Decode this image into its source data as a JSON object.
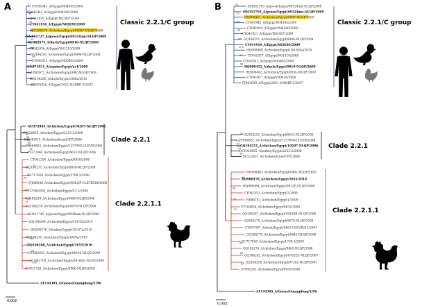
{
  "panels": [
    {
      "letter": "A",
      "clade_labels": {
        "classic": "Classic 2.2.1/C group",
        "c221": "Clade 2.2.1",
        "c2211": "Clade 2.2.1.1"
      },
      "outgroup": "AF144305_A/Goose/Guangdong/1/96",
      "scale": "0.002",
      "blue_tips": [
        {
          "t": "CY041941_A/Egypt/N04395/2009"
        },
        {
          "t": "CY041943_A/Egypt/N04396/2009"
        },
        {
          "t": "CY041920_A/Egypt/N02407/2009"
        },
        {
          "t": "CY041918_A/Egypt/N02039/2009",
          "b": true
        },
        {
          "t": "GU208878_A/chicken/Egypt/09087-NLQP/2009",
          "hl": true
        },
        {
          "t": "GU811737_A/goose/Egypt/09324um-NLQP/2009",
          "b": true
        },
        {
          "t": "GU082674_A/duck/Egypt/0910-NLQP/2009",
          "b": true
        },
        {
          "t": "CY041936_A/Egypt/N01310/2009"
        },
        {
          "t": "GQ184241_A/chicken/Egypt/0894-NLQP/2008"
        },
        {
          "t": "CY041912_A/Egypt/N00605/2009"
        },
        {
          "t": "GU371931_A/equine/Egypt/av1/2009",
          "b": true
        },
        {
          "t": "GU082672_A/chicken/Egypt/092-NLQP/2009"
        },
        {
          "t": "HQ198285_A/duck/Egypt/1068a/2010"
        },
        {
          "t": "EF535826_A/Egypt/2621-NAMRU3/2007"
        }
      ],
      "black_tips": [
        {
          "t": "GU372963_A/chicken/Egypt/10207-NLQP/2006",
          "b": true
        },
        {
          "t": "CY020655_A/turkey/Egypt/2253-2/2006"
        },
        {
          "t": "DQ643810_A/chicken/Israel/397/2006"
        },
        {
          "t": "EF469652_A/chicken/Egypt/12379NI-CLEVB/2006"
        },
        {
          "t": "AY372946_A/chicken/Egypt/0631-NLQP/2006"
        }
      ],
      "red_tips": [
        {
          "t": "CY041290_A/chicken/Egypt/0836/2008"
        },
        {
          "t": "GQ184231_A/chicken/Egypt/0839-NLQP/2008"
        },
        {
          "t": "EU717858_A/chicken/Egypt/1709-3/2008"
        },
        {
          "t": "FJ686836_A/chicken/Egypt/9NLQP-CLEVB306/2008"
        },
        {
          "t": "CY062005_A/chicken/Egypt/33-3/2008"
        },
        {
          "t": "GQ184239_A/chicken/Egypt/0880-NLQP/2008"
        },
        {
          "t": "GQ184236_A/chicken/Egypt/0879-NLQP/2008"
        },
        {
          "t": "GU811745_A/goose/Egypt/0948um-NLQP/2009"
        },
        {
          "t": "HQ198289_A/chicken/Egypt/10135a/2010"
        },
        {
          "t": "HQ198276_A/turkey/Egypt/10147a/2010"
        },
        {
          "t": "HQ198255_A/chicken/Egypt/1050a/2010"
        },
        {
          "t": "HQ198268_A/chicken/Egypt/1055/2010",
          "b": true
        },
        {
          "t": "GU082692_A/chicken/Egypt/09195-NLQP/2009"
        },
        {
          "t": "GU082703_A/chicken/Egypt/0910QL-NLQP/2009"
        },
        {
          "t": "GU811726_A/chicken/Egypt/0966-NLQP/2009"
        }
      ],
      "boots": [
        "61",
        "96",
        "68",
        "98",
        "85",
        "53",
        "95",
        "99",
        "100",
        "94",
        "86",
        "79",
        "55",
        "54",
        "60",
        "97",
        "78",
        "100",
        "56",
        "91",
        "74"
      ]
    },
    {
      "letter": "B",
      "clade_labels": {
        "classic": "Classic 2.2.1/C group",
        "c221": "Clade 2.2.1",
        "c2211": "Clade 2.2.1.1"
      },
      "outgroup": "AF144305_A/Goose/Guangdong/1/96",
      "scale": "0.002",
      "blue_tips": [
        {
          "t": "EM352793_A/goose/Egypt/09324um-NLQP/2009"
        },
        {
          "t": "HM352793_A/goose/Egypt/09324um-NLQP/2009",
          "b": true
        },
        {
          "t": "HQ908441_A/chicken/Egypt/0987-NLQP/2009",
          "hl": true
        },
        {
          "t": "CY041942_A/Egypt/N04395/2009"
        },
        {
          "t": "CY041944_A/Egypt/N04396/2009"
        },
        {
          "t": "CY041921_A/Egypt/N02407/2009"
        },
        {
          "t": "GQ184251_A/chicken/Egypt/0894-NLQP/2008"
        },
        {
          "t": "CY041919_A/Egypt/N02039/2009",
          "b": true
        },
        {
          "t": "HQ908488_A/chicken/Egypt/101604a/2010"
        },
        {
          "t": "CY041937_A/Egypt/N01310/2009"
        },
        {
          "t": "CY041913_A/Egypt/N00605/2009"
        },
        {
          "t": "HQ908452_A/duck/Egypt/0910-NLQP/2009",
          "b": true
        },
        {
          "t": "HQ908462_A/chicken/Egypt/093L-NLQP/2009"
        },
        {
          "t": "CY041937_A/Egypt/N0450/2009"
        },
        {
          "t": "FJ461639_A/Egypt/2621-NAMRU3/2007"
        }
      ],
      "black_tips": [
        {
          "t": "GQ184253_A/chicken/Egypt/0631-NLQP/2006"
        },
        {
          "t": "EF469652_A/chicken/Egypt/12379NI-CLEVB/2006"
        },
        {
          "t": "GQ184251_A/chicken/Egypt/10207-NLQP/2006",
          "b": true
        },
        {
          "t": "CY020655_A/turkey/Egypt/2253-2/2006"
        },
        {
          "t": "EF532637_A/chicken/Israel/397/2006"
        }
      ],
      "red_tips": [
        {
          "t": "HQ908463_A/chicken/Egypt/096L-NLQP/2009"
        },
        {
          "t": "HQ908478_A/chicken/Egypt/1055/2010",
          "b": true
        },
        {
          "t": "HQ908484_A/chicken/Egypt/0922F-NLQP/2009"
        },
        {
          "t": "CY061553_A/chicken/Egypt/1/2008"
        },
        {
          "t": "FJ686782_A/chicken/Egypt/1/2009"
        },
        {
          "t": "CY104834_A/chicken/Egypt/0832/2008"
        },
        {
          "t": "GQ184287_A/chicken/Egypt/08194B-NLQP/2008"
        },
        {
          "t": "GQ184278_A/chicken/Egypt/0879-NLQP/2008"
        },
        {
          "t": "CY057397_A/duck/Egypt/9402-CLEVB211/2007"
        },
        {
          "t": "GQ184279_A/chicken/Egypt/0845-NLQP/2008"
        },
        {
          "t": "EU717858_A/chicken/Egypt/1709-3/2008"
        },
        {
          "t": "GQ184274_A/chicken/Egypt/0865-NLQP/2008"
        },
        {
          "t": "GQ184262_A/chicken/Egypt/07632S-NLQP/2007"
        },
        {
          "t": "GQ184259_A/chicken/Egypt/07282-NLQP/2007"
        },
        {
          "t": "CY041292_A/chicken/Egypt/0836/2008"
        }
      ],
      "boots": [
        "50",
        "71",
        "88",
        "73",
        "93",
        "80",
        "99",
        "99",
        "64",
        "62",
        "56",
        "96",
        "99",
        "72",
        "98",
        "100",
        "88",
        "97",
        "53",
        "54",
        "60",
        "68"
      ]
    }
  ],
  "colors": {
    "blue": "#2b3c8f",
    "black": "#111111",
    "red": "#c0392b",
    "highlight": "#ffd400"
  },
  "icons": [
    "human-silhouette-icon",
    "duck-icon",
    "chicken-icon",
    "rooster-icon"
  ]
}
